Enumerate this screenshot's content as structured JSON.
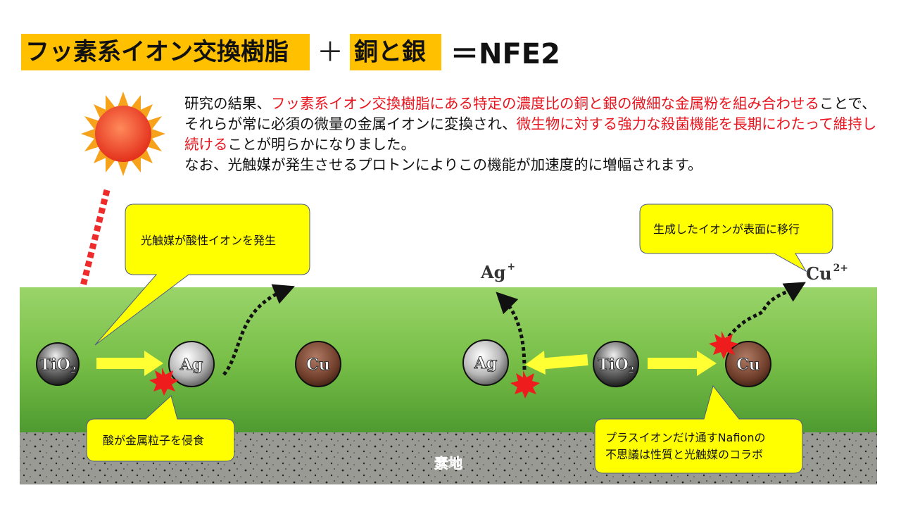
{
  "title": {
    "part1": "フッ素系イオン交換樹脂",
    "plus": "＋",
    "part2": "銅と銀",
    "result": "＝NFE2"
  },
  "description": {
    "s1": "研究の結果、",
    "s2_red": "フッ素系イオン交換樹脂にある特定の濃度比の銅と銀の微細な金属粉を組み合わせる",
    "s3": "ことで、それらが常に必須の微量の金属イオンに変換され、",
    "s4_red": "微生物に対する強力な殺菌機能を長期にわたって維持し続ける",
    "s5": "ことが明らかになりました。",
    "s6": "なお、光触媒が発生させるプロトンによりこの機能が加速度的に増幅されます。"
  },
  "diagram": {
    "callouts": [
      "光触媒が酸性イオンを発生",
      "酸が金属粒子を侵食",
      "生成したイオンが表面に移行",
      "プラスイオンだけ通すNafionの",
      "不思議は性質と光触媒のコラボ"
    ],
    "particles": {
      "tio2": "TiO",
      "tio2_sub": "2",
      "ag": "Ag",
      "cu": "Cu"
    },
    "ions": {
      "ag": "Ag",
      "ag_charge": "+",
      "cu": "Cu",
      "cu_charge": "2+"
    },
    "substrate_label": "素地"
  },
  "colors": {
    "title_box": "#FFC000",
    "highlight_red": "#e8141e",
    "callout": "#FFFF00",
    "film_green": "#7cc44a",
    "substrate_gray": "#9a9a94"
  }
}
